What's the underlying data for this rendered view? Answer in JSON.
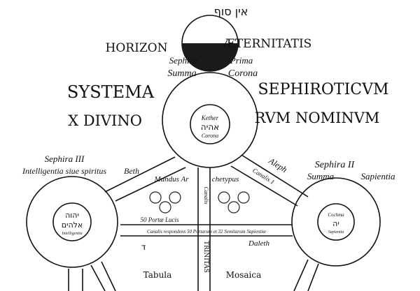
{
  "top": {
    "hebrew": "אין סוף",
    "horizon": "HORIZON",
    "aeternitatis": "ÆTERNITATIS"
  },
  "crown": {
    "sephira": "Sephira",
    "prima": "Prima",
    "summa": "Summa",
    "corona": "Corona",
    "center_name": "Kether",
    "center_hebrew": "אהיה",
    "center_label": "Corona"
  },
  "title": {
    "line1_left": "SYSTEMA",
    "line1_right": "SEPHIROTICVM",
    "line2_left": "X DIVINO",
    "line2_right": "RVM NOMINVM"
  },
  "left": {
    "heading": "Sephira III",
    "subheading": "Intelligentia siue spiritus",
    "canal_letter": "Beth",
    "center_hebrew_1": "יהוה",
    "center_hebrew_2": "אלהים",
    "center_label": "Intelligentia"
  },
  "right": {
    "heading": "Sephira II",
    "summa": "Summa",
    "sapientia": "Sapientia",
    "canal_letter": "Aleph",
    "canal_label": "Canalis 1",
    "center_top": "Cochma",
    "center_hebrew": "יה",
    "center_label": "Sapientia"
  },
  "middle": {
    "mundus": "Mundus Ar",
    "archetypus": "chetypus",
    "canalis": "Canalis",
    "portae": "50 Portæ Lucis",
    "canal_bar": "Canalis respondens 50 Portarum et 32 Semitarum Sapientiæ",
    "daleth": "Daleth",
    "daleth_letter": "ד",
    "trinitas": "TRINITAS",
    "tabula": "Tabula",
    "mosaica": "Mosaica"
  }
}
